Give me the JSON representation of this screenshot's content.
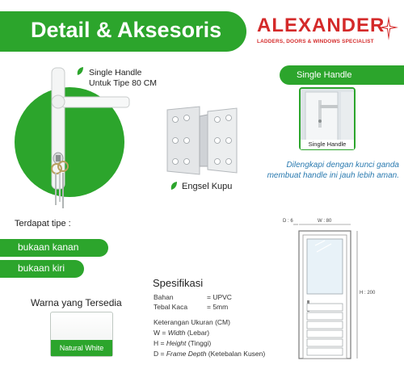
{
  "header": {
    "title": "Detail & Aksesoris"
  },
  "logo": {
    "name": "ALEXANDER",
    "tagline": "LADDERS, DOORS & WINDOWS SPECIALIST"
  },
  "product": {
    "handle_label_line1": "Single Handle",
    "handle_label_line2": "Untuk Tipe 80 CM",
    "hinge_label": "Engsel Kupu"
  },
  "single_handle": {
    "pill_label": "Single Handle",
    "photo_caption": "Single Handle",
    "description": "Dilengkapi dengan kunci ganda membuat handle ini jauh lebih aman."
  },
  "types": {
    "title": "Terdapat tipe :",
    "items": [
      "bukaan kanan",
      "bukaan kiri"
    ]
  },
  "colors": {
    "title": "Warna yang Tersedia",
    "items": [
      "Natural White"
    ]
  },
  "spec": {
    "title": "Spesifikasi",
    "rows": [
      {
        "key": "Bahan",
        "value": "= UPVC"
      },
      {
        "key": "Tebal Kaca",
        "value": "= 5mm"
      }
    ],
    "size_title": "Keterangan Ukuran (CM)",
    "size_lines": [
      {
        "prefix": "W = ",
        "term": "Width",
        "suffix": " (Lebar)"
      },
      {
        "prefix": "H = ",
        "term": "Height",
        "suffix": " (Tinggi)"
      },
      {
        "prefix": "D = ",
        "term": "Frame Depth",
        "suffix": " (Ketebalan Kusen)"
      }
    ]
  },
  "door_dims": {
    "depth": "D : 6",
    "width": "W : 80",
    "height": "H : 200"
  },
  "palette": {
    "green": "#2ca52c",
    "red": "#d42a2a",
    "blue_text": "#2a7ab0"
  }
}
